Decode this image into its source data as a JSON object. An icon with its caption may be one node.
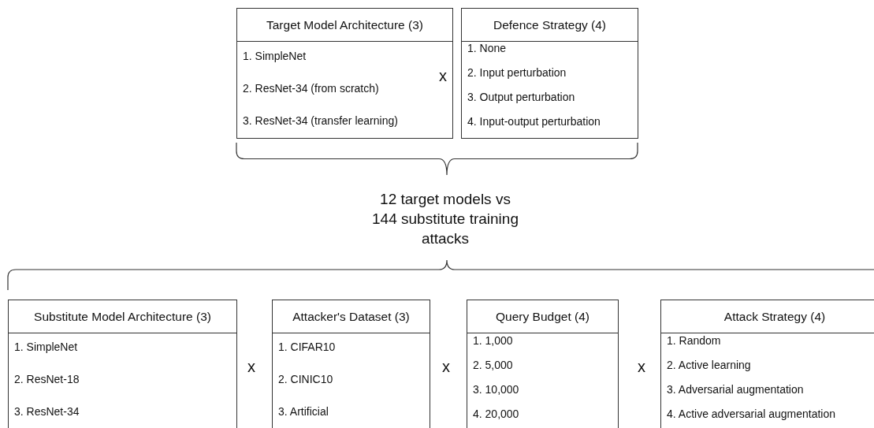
{
  "diagram": {
    "nodes": [
      {
        "text": [
          "Target Model Architecture (3)",
          "1. SimpleNet",
          "2. ResNet-34 (from scratch)",
          "3. ResNet-34 (transfer learning)"
        ]
      },
      {
        "text": [
          "Defence Strategy (4)",
          "1. None",
          "2. Input perturbation",
          "3. Output perturbation",
          "4. Input-output perturbation"
        ]
      },
      {
        "text": [
          "Substitute Model Architecture (3)",
          "1. SimpleNet",
          "2. ResNet-18",
          "3. ResNet-34"
        ]
      },
      {
        "text": [
          "Attacker's Dataset (3)",
          "1. CIFAR10",
          "2. CINIC10",
          "3. Artificial"
        ]
      },
      {
        "text": [
          "Query Budget (4)",
          "1. 1,000",
          "2. 5,000",
          "3. 10,000",
          "4. 20,000"
        ]
      },
      {
        "text": [
          "Attack Strategy (4)",
          "1. Random",
          "2. Active learning",
          "3. Adversarial augmentation",
          "4. Active adversarial augmentation"
        ]
      }
    ],
    "edges": [],
    "labels": [
      "x",
      "12 target models vs 144 substitute training attacks",
      "x",
      "x",
      "x"
    ]
  }
}
